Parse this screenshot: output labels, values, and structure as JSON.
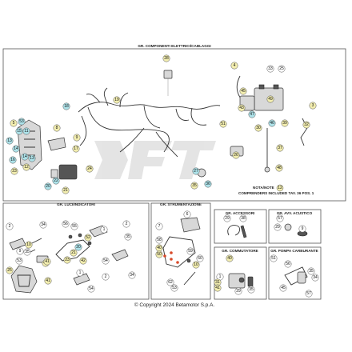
{
  "colors": {
    "bubble_yellow": "#f3eeb0",
    "bubble_blue": "#aee3ea",
    "bubble_white": "#ffffff",
    "bubble_stroke": "#555555",
    "accent_red": "#d94a2a"
  },
  "groups": {
    "componenti": {
      "title": "GR. COMPONENTI ELETTRICI/CABLAGGI"
    },
    "luci": {
      "title": "GR. LUCI/INDICATORI"
    },
    "strumentazione": {
      "title": "GR. STRUMENTAZIONE"
    },
    "accessori": {
      "title": "GR. ACCESSORI"
    },
    "avv_acustico": {
      "title": "GR. AVV. ACUSTICO"
    },
    "commutatore": {
      "title": "GR. COMMUTATORE"
    },
    "pompa": {
      "title": "GR. POMPA CARBURANTE"
    }
  },
  "note": {
    "title": "NOTA/NOTE",
    "ref": "12",
    "text": "COMPRENDERS INCLUDED TAV. 36 POS. 1"
  },
  "copyright": "© Copyright 2024 Betamotor S.p.A.",
  "callouts": {
    "componenti": [
      {
        "n": "28",
        "c": "yellow"
      },
      {
        "n": "4",
        "c": "yellow"
      },
      {
        "n": "33",
        "c": "white"
      },
      {
        "n": "19",
        "c": "yellow"
      },
      {
        "n": "18",
        "c": "blue"
      },
      {
        "n": "45",
        "c": "yellow"
      },
      {
        "n": "43",
        "c": "yellow"
      },
      {
        "n": "47",
        "c": "blue"
      },
      {
        "n": "3",
        "c": "yellow"
      },
      {
        "n": "51",
        "c": "yellow"
      },
      {
        "n": "30",
        "c": "yellow"
      },
      {
        "n": "46",
        "c": "blue"
      },
      {
        "n": "39",
        "c": "yellow"
      },
      {
        "n": "32",
        "c": "yellow"
      },
      {
        "n": "37",
        "c": "yellow"
      },
      {
        "n": "26",
        "c": "yellow"
      },
      {
        "n": "8",
        "c": "yellow"
      },
      {
        "n": "5",
        "c": "yellow"
      },
      {
        "n": "53",
        "c": "blue"
      },
      {
        "n": "15",
        "c": "blue"
      },
      {
        "n": "11",
        "c": "blue"
      },
      {
        "n": "13",
        "c": "blue"
      },
      {
        "n": "14",
        "c": "blue"
      },
      {
        "n": "9",
        "c": "yellow"
      },
      {
        "n": "17",
        "c": "yellow"
      },
      {
        "n": "16",
        "c": "blue"
      },
      {
        "n": "23",
        "c": "yellow"
      },
      {
        "n": "24",
        "c": "yellow"
      },
      {
        "n": "22",
        "c": "blue"
      },
      {
        "n": "21",
        "c": "yellow"
      },
      {
        "n": "20",
        "c": "blue"
      },
      {
        "n": "12",
        "c": "yellow"
      },
      {
        "n": "14",
        "c": "blue"
      },
      {
        "n": "13",
        "c": "blue"
      },
      {
        "n": "35",
        "c": "yellow"
      },
      {
        "n": "36",
        "c": "blue"
      },
      {
        "n": "27",
        "c": "blue"
      },
      {
        "n": "48",
        "c": "yellow"
      },
      {
        "n": "49",
        "c": "yellow"
      },
      {
        "n": "25",
        "c": "white"
      }
    ],
    "luci": [
      {
        "n": "2",
        "c": "white"
      },
      {
        "n": "34",
        "c": "white"
      },
      {
        "n": "56",
        "c": "white"
      },
      {
        "n": "55",
        "c": "white"
      },
      {
        "n": "52",
        "c": "yellow"
      },
      {
        "n": "1",
        "c": "white"
      },
      {
        "n": "42",
        "c": "yellow"
      },
      {
        "n": "23",
        "c": "yellow"
      },
      {
        "n": "2",
        "c": "white"
      },
      {
        "n": "20",
        "c": "blue"
      },
      {
        "n": "21",
        "c": "yellow"
      },
      {
        "n": "42",
        "c": "yellow"
      },
      {
        "n": "53",
        "c": "white"
      },
      {
        "n": "41",
        "c": "yellow"
      },
      {
        "n": "9",
        "c": "white"
      },
      {
        "n": "35",
        "c": "white"
      },
      {
        "n": "10",
        "c": "yellow"
      },
      {
        "n": "54",
        "c": "white"
      },
      {
        "n": "35",
        "c": "white"
      },
      {
        "n": "41",
        "c": "yellow"
      },
      {
        "n": "25",
        "c": "yellow"
      },
      {
        "n": "2",
        "c": "white"
      },
      {
        "n": "1",
        "c": "white"
      },
      {
        "n": "54",
        "c": "white"
      },
      {
        "n": "34",
        "c": "white"
      }
    ],
    "strumentazione": [
      {
        "n": "6",
        "c": "white"
      },
      {
        "n": "7",
        "c": "white"
      },
      {
        "n": "58",
        "c": "white"
      },
      {
        "n": "40",
        "c": "yellow"
      },
      {
        "n": "50",
        "c": "yellow"
      },
      {
        "n": "59",
        "c": "white"
      },
      {
        "n": "60",
        "c": "white"
      },
      {
        "n": "10",
        "c": "yellow"
      },
      {
        "n": "62",
        "c": "white"
      },
      {
        "n": "53",
        "c": "white"
      }
    ],
    "accessori": [
      {
        "n": "29",
        "c": "white"
      },
      {
        "n": "38",
        "c": "white"
      }
    ],
    "avv_acustico": [
      {
        "n": "57",
        "c": "white"
      },
      {
        "n": "29",
        "c": "white"
      },
      {
        "n": "9",
        "c": "white"
      }
    ],
    "commutatore": [
      {
        "n": "40",
        "c": "yellow"
      },
      {
        "n": "1",
        "c": "white"
      },
      {
        "n": "31",
        "c": "yellow"
      },
      {
        "n": "41",
        "c": "yellow"
      },
      {
        "n": "29",
        "c": "white"
      },
      {
        "n": "35",
        "c": "white"
      }
    ],
    "pompa": [
      {
        "n": "51",
        "c": "white"
      },
      {
        "n": "56",
        "c": "white"
      },
      {
        "n": "45",
        "c": "white"
      },
      {
        "n": "35",
        "c": "white"
      },
      {
        "n": "34",
        "c": "white"
      },
      {
        "n": "57",
        "c": "white"
      }
    ]
  }
}
